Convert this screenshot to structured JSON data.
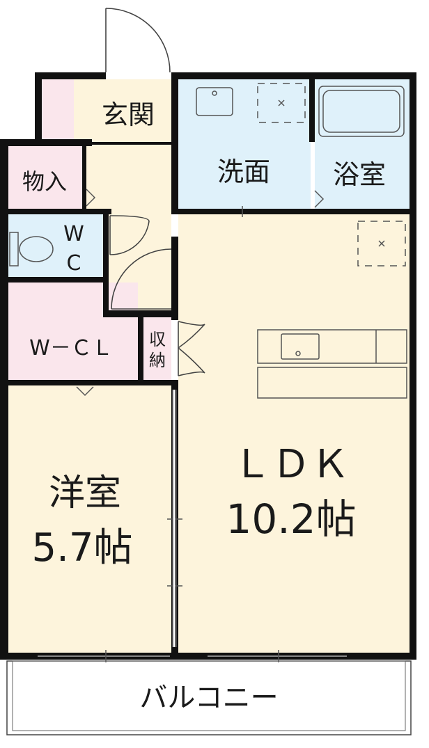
{
  "rooms": {
    "genkan": "玄関",
    "senmen": "洗面",
    "yokushitsu": "浴室",
    "monoire": "物入",
    "wc_line1": "W",
    "wc_line2": "C",
    "wcl": "W－ＣＬ",
    "shuno_line1": "収",
    "shuno_line2": "納",
    "yoshitsu_name": "洋室",
    "yoshitsu_size": "5.7帖",
    "ldk_name": "ＬＤＫ",
    "ldk_size": "10.2帖",
    "balcony": "バルコニー"
  },
  "colors": {
    "wet_area": "#dff1fa",
    "living": "#fdf4dc",
    "storage": "#fae6ec",
    "wall": "#111111"
  }
}
